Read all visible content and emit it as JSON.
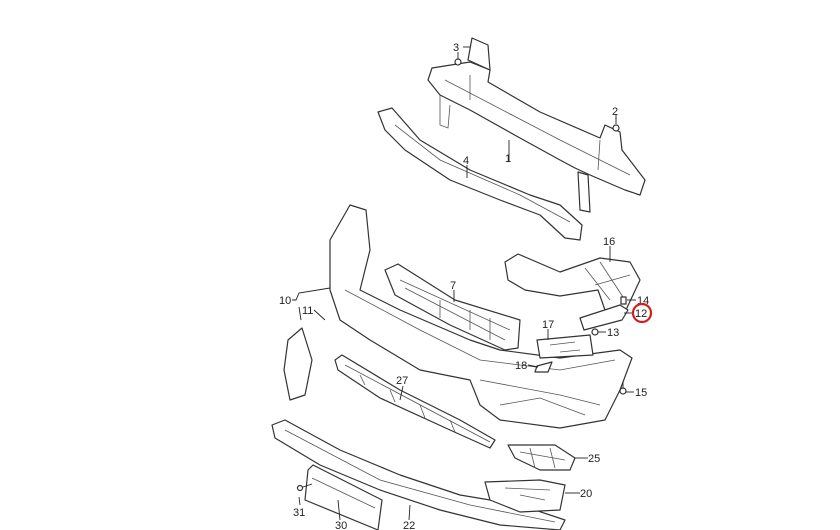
{
  "diagram": {
    "type": "exploded parts diagram - front bumper assembly",
    "highlight_color": "#d21e1e",
    "highlighted_part": "12",
    "labels": [
      "3",
      "2",
      "4",
      "1",
      "16",
      "7",
      "10",
      "11",
      "14",
      "12",
      "13",
      "17",
      "18",
      "15",
      "27",
      "25",
      "20",
      "31",
      "30",
      "22"
    ]
  }
}
